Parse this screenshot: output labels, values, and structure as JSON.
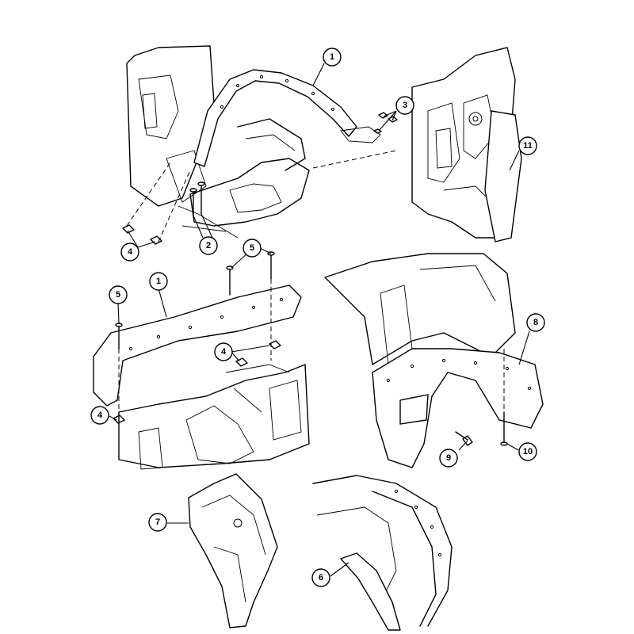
{
  "callouts": {
    "c1a": "1",
    "c1b": "1",
    "c2": "2",
    "c3": "3",
    "c4a": "4",
    "c4b": "4",
    "c4c": "4",
    "c5a": "5",
    "c5b": "5",
    "c6": "6",
    "c7": "7",
    "c8": "8",
    "c9": "9",
    "c10": "10",
    "c11": "11"
  }
}
